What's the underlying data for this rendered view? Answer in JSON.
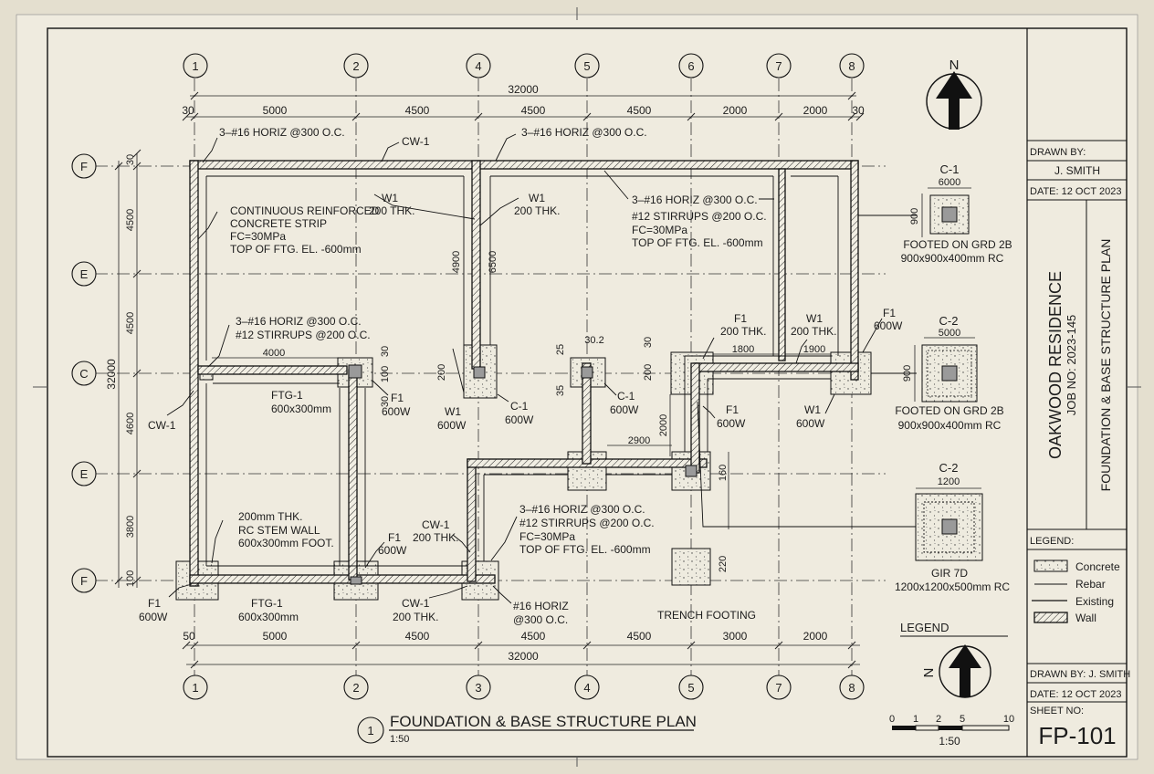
{
  "grid": {
    "top": [
      "1",
      "2",
      "4",
      "5",
      "6",
      "7",
      "8"
    ],
    "bottom": [
      "1",
      "2",
      "3",
      "4",
      "5",
      "7",
      "8"
    ],
    "left": [
      "F",
      "E",
      "C",
      "E",
      "F"
    ]
  },
  "dims": {
    "overall_top": "32000",
    "overall_bottom": "32000",
    "overall_left": "32000",
    "top": [
      "30",
      "5000",
      "4500",
      "4500",
      "4500",
      "2000",
      "2000",
      "30"
    ],
    "bottom": [
      "50",
      "5000",
      "4500",
      "4500",
      "4500",
      "3000",
      "2000"
    ],
    "left": [
      "30",
      "4500",
      "4500",
      "4600",
      "3800",
      "100"
    ],
    "small": [
      "4000",
      "30",
      "100",
      "1800",
      "1900",
      "2900",
      "2000",
      "160",
      "220",
      "200",
      "200",
      "30",
      "25",
      "35",
      "30.2",
      "4900",
      "6500",
      "30"
    ]
  },
  "notes": {
    "rebar_a": "3–#16 HORIZ @300 O.C.",
    "rebar_b": "3–#16 HORIZ @300 O.C.",
    "cw1_top": "CW-1",
    "w1_a": [
      "W1",
      "200 THK."
    ],
    "w1_b": [
      "W1",
      "200 THK."
    ],
    "strip": [
      "CONTINUOUS REINFORCED",
      "CONCRETE STRIP",
      "FC=30MPa",
      "TOP OF FTG. EL. -600mm"
    ],
    "mid_right": [
      "3–#16 HORIZ @300 O.C.",
      "#12 STIRRUPS @200 O.C.",
      "FC=30MPa",
      "TOP OF FTG. EL. -600mm"
    ],
    "left_mid": [
      "3–#16 HORIZ @300 O.C.",
      "#12 STIRRUPS @200 O.C."
    ],
    "ftg1_mid": [
      "FTG-1",
      "600x300mm"
    ],
    "f1_mid": [
      "F1",
      "600W"
    ],
    "cw1_left": "CW-1",
    "w1_c1": [
      "W1",
      "600W"
    ],
    "c1_a": [
      "C-1",
      "600W"
    ],
    "c1_b": [
      "C-1",
      "600W"
    ],
    "f1_c": [
      "F1",
      "200 THK."
    ],
    "w1_d": [
      "W1",
      "200 THK."
    ],
    "f1_e": [
      "F1",
      "600W"
    ],
    "f1_f": [
      "F1",
      "600W"
    ],
    "w1_e": [
      "W1",
      "600W"
    ],
    "stem": [
      "200mm THK.",
      "RC STEM WALL",
      "600x300mm FOOT."
    ],
    "f1_g": [
      "F1",
      "600W"
    ],
    "cw1_b": [
      "CW-1",
      "200 THK."
    ],
    "bottom_mid": [
      "3–#16 HORIZ @300 O.C.",
      "#12 STIRRUPS @200 O.C.",
      "FC=30MPa",
      "TOP OF FTG. EL. -600mm"
    ],
    "f1_bl": [
      "F1",
      "600W"
    ],
    "ftg1_b": [
      "FTG-1",
      "600x300mm"
    ],
    "cw1_c": [
      "CW-1",
      "200 THK."
    ],
    "horiz": [
      "#16 HORIZ",
      "@300 O.C."
    ],
    "trench": "TRENCH FOOTING"
  },
  "details": {
    "c1": {
      "title": "C-1",
      "dim_top": "6000",
      "dim_side": "900",
      "caption": [
        "FOOTED ON GRD 2B",
        "900x900x400mm RC"
      ]
    },
    "c2": {
      "title": "C-2",
      "dim_top": "5000",
      "dim_side": "900",
      "caption": [
        "FOOTED ON GRD 2B",
        "900x900x400mm RC"
      ]
    },
    "c2b": {
      "title": "C-2",
      "dim_top": "1200",
      "caption": [
        "GIR 7D",
        "1200x1200x500mm RC"
      ]
    }
  },
  "north": "N",
  "legend_heading": "LEGEND",
  "title": {
    "number": "1",
    "text": "FOUNDATION & BASE STRUCTURE PLAN",
    "scale": "1:50"
  },
  "scale_bar": {
    "ticks": [
      "0",
      "1",
      "2",
      "5",
      "10"
    ],
    "label": "1:50"
  },
  "title_block": {
    "project": "OAKWOOD RESIDENCE",
    "job": "JOB NO: 2023-145",
    "drawing": "FOUNDATION & BASE STRUCTURE PLAN",
    "drawn_by_label": "DRAWN BY:",
    "drawn_by": "J. SMITH",
    "date": "DATE: 12 OCT 2023",
    "legend_label": "LEGEND:",
    "legend": [
      "Concrete",
      "Rebar",
      "Existing",
      "Wall"
    ],
    "drawn_by_2": "DRAWN BY: J. SMITH",
    "date_2": "DATE:   12 OCT 2023",
    "sheet_label": "SHEET NO:",
    "sheet": "FP-101"
  }
}
